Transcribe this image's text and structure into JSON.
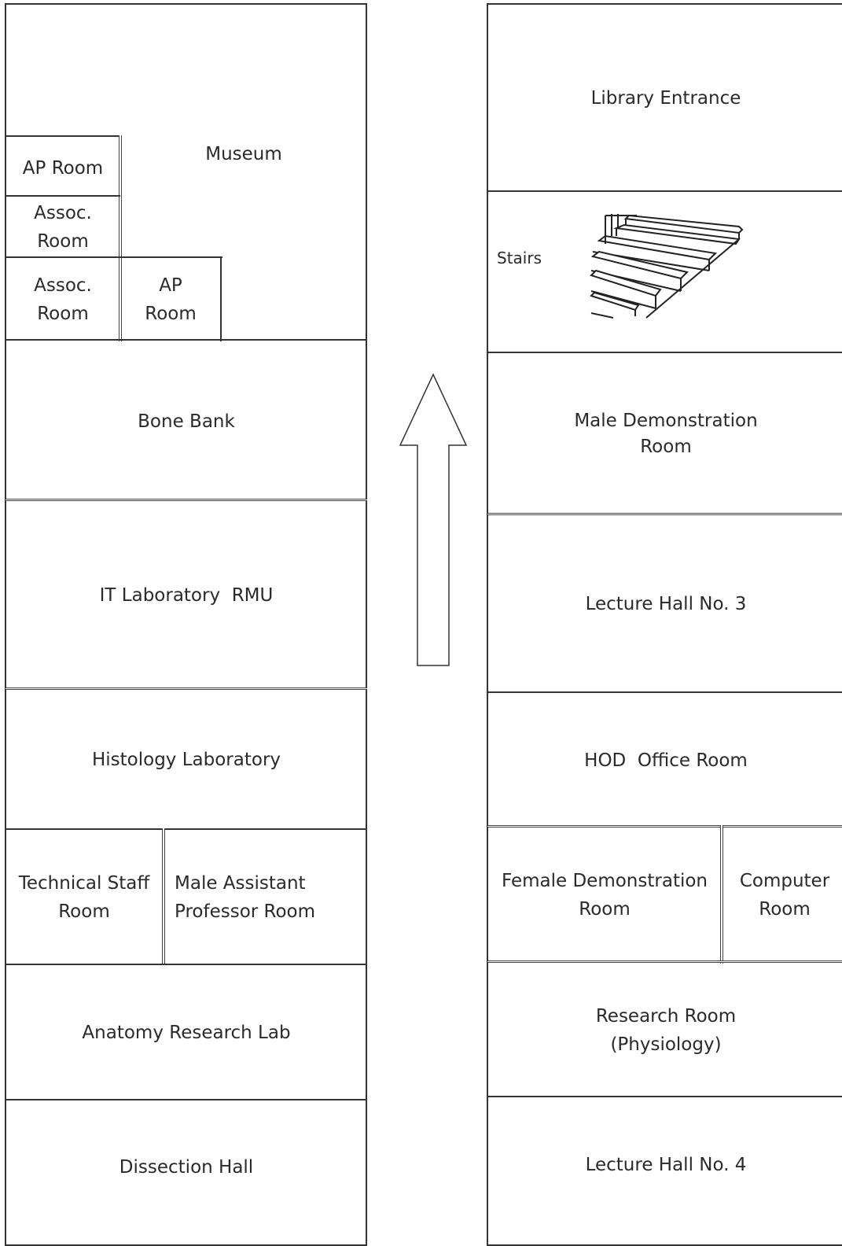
{
  "left_wing": {
    "museum": "Museum",
    "ap_room_top": "AP Room",
    "assoc_room_1": [
      "Assoc.",
      "Room"
    ],
    "assoc_room_2": [
      "Assoc.",
      "Room"
    ],
    "ap_room_bottom": [
      "AP",
      "Room"
    ],
    "bone_bank": "Bone Bank",
    "it_lab": "IT Laboratory  RMU",
    "histology_lab": "Histology Laboratory",
    "technical_staff": [
      "Technical Staff",
      "Room"
    ],
    "male_assistant": [
      "Male Assistant",
      "Professor Room"
    ],
    "anatomy_research": "Anatomy Research Lab",
    "dissection_hall": "Dissection Hall"
  },
  "right_wing": {
    "library_entrance": "Library Entrance",
    "stairs": "Stairs",
    "male_demo": [
      "Male Demonstration",
      "Room"
    ],
    "lecture_hall_3": "Lecture Hall No. 3",
    "hod_office": "HOD  Office Room",
    "female_demo": [
      "Female Demonstration",
      "Room"
    ],
    "computer_room": [
      "Computer",
      "Room"
    ],
    "research_room": [
      "Research Room",
      "(Physiology)"
    ],
    "lecture_hall_4": "Lecture Hall No. 4"
  },
  "corridor": {
    "arrow_direction": "up",
    "icon": "up-arrow-icon"
  }
}
